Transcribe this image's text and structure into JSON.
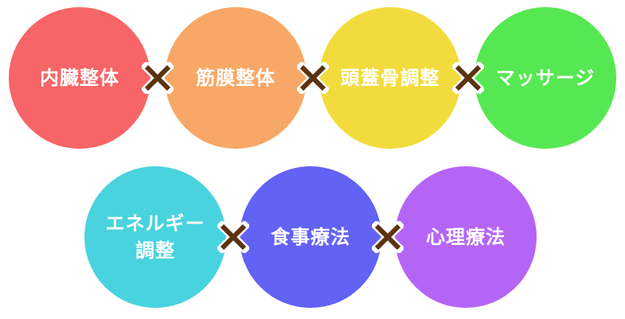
{
  "row1": [
    {
      "label": "内臓整体",
      "color": "#f76568"
    },
    {
      "label": "筋膜整体",
      "color": "#f7a866"
    },
    {
      "label": "頭蓋骨調整",
      "color": "#f2dc3d"
    },
    {
      "label": "マッサージ",
      "color": "#56e852"
    }
  ],
  "row2": [
    {
      "label": "エネルギー調整",
      "line1": "エネルギー",
      "line2": "調整",
      "color": "#48d3de"
    },
    {
      "label": "食事療法",
      "color": "#6262f5"
    },
    {
      "label": "心理療法",
      "color": "#b565f5"
    }
  ],
  "cross_color": "#5c3310"
}
